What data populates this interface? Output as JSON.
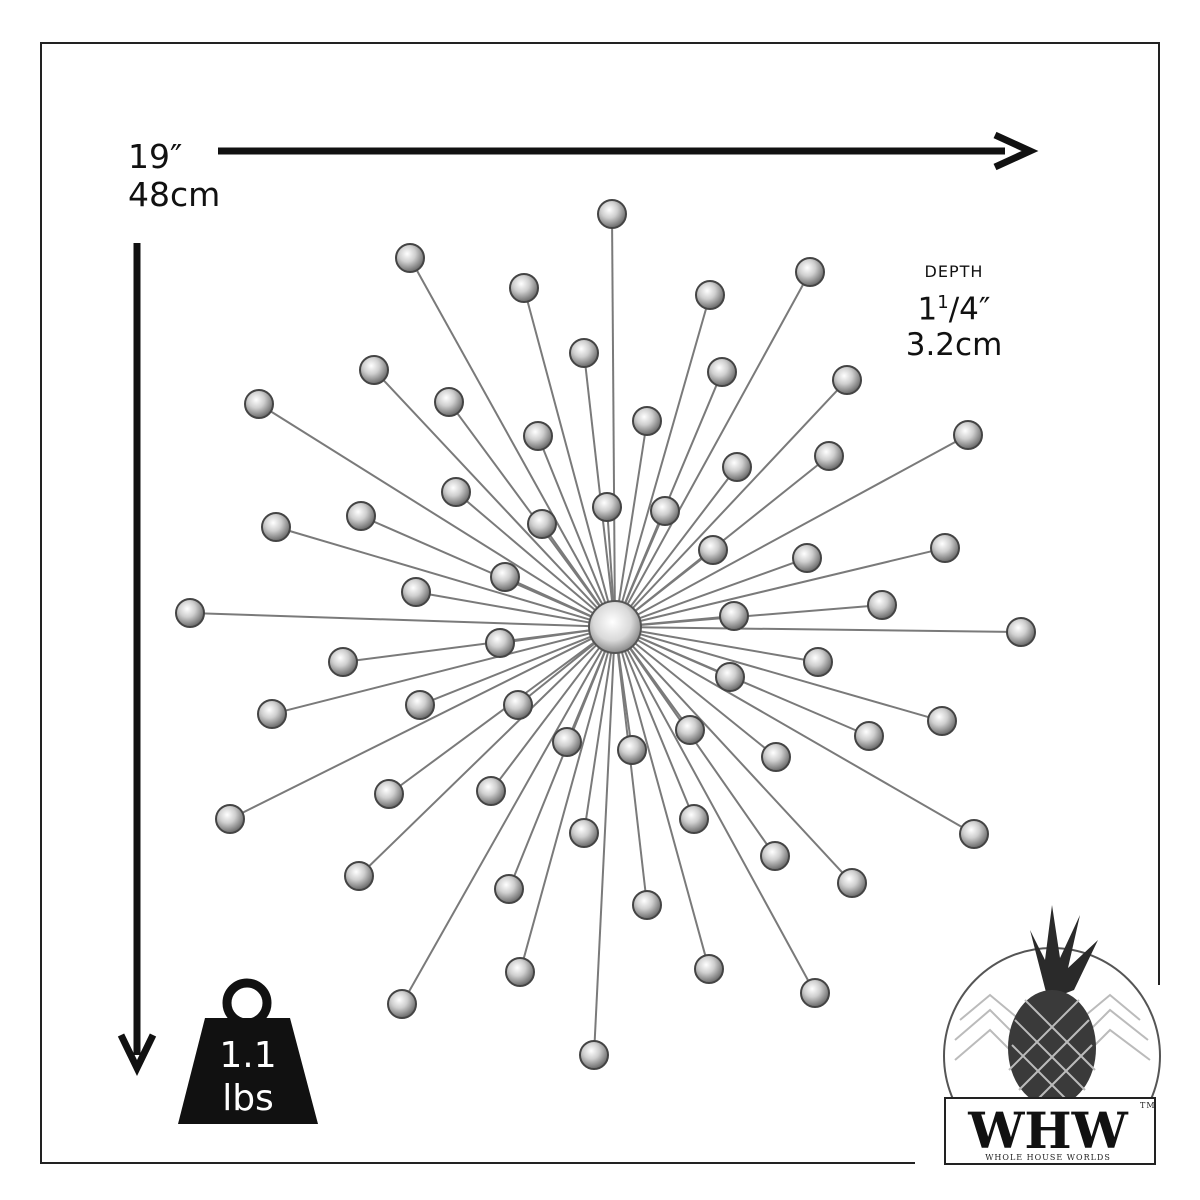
{
  "dimensions": {
    "width_in": "19″",
    "width_cm": "48cm",
    "depth_label": "DEPTH",
    "depth_whole": "1",
    "depth_num": "1",
    "depth_den": "4",
    "depth_unit": "″",
    "depth_cm": "3.2cm"
  },
  "weight": {
    "value": "1.1",
    "unit": "lbs"
  },
  "brand": {
    "initials": "WHW",
    "name": "WHOLE HOUSE WORLDS",
    "trademark": "TM"
  },
  "icons": {
    "weight": "weight-icon",
    "logo": "pineapple-logo-icon"
  }
}
